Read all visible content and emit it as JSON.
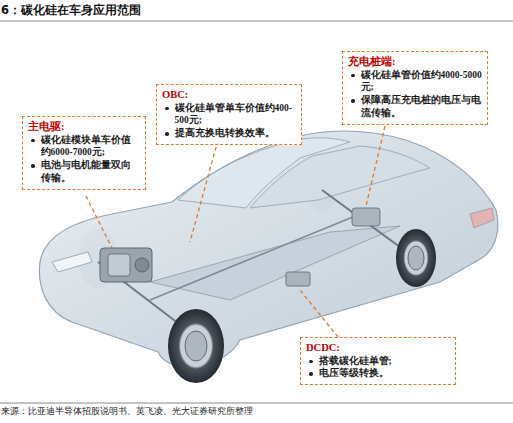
{
  "diagram": {
    "title": "6：碳化硅在车身应用范围",
    "caption": "来源：比亚迪半导体招股说明书、英飞凌、光大证券研究所整理",
    "nodes": [
      {
        "text": [
          "主电驱:",
          "碳化硅模块单车价值约6000-7000元;",
          "电池与电机能量双向传输。"
        ]
      },
      {
        "text": [
          "OBC:",
          "碳化硅单管单车价值约400-500元;",
          "提高充换电转换效率。"
        ]
      },
      {
        "text": [
          "充电桩端:",
          "碳化硅单管价值约4000-5000元;",
          "保障高压充电桩的电压与电流传输。"
        ]
      },
      {
        "text": [
          "DCDC:",
          "搭载碳化硅单管;",
          "电压等级转换。"
        ]
      }
    ]
  }
}
